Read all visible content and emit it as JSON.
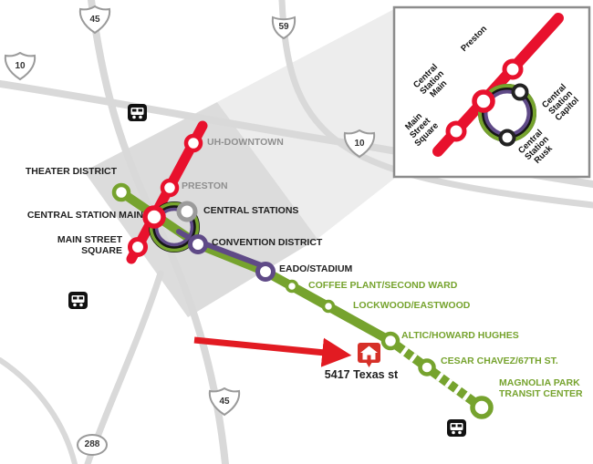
{
  "map": {
    "colors": {
      "red": "#e8112d",
      "green": "#76a32e",
      "purple": "#5f4a87",
      "gray_ring": "#9b9b9b",
      "road": "#d9d9d9",
      "downtown": "#dcdcdc",
      "wedge": "#ededed",
      "label_dark": "#1f1f1f",
      "label_gray": "#8f8f8f",
      "arrow_red": "#e21b22"
    },
    "highways": [
      {
        "number": "45"
      },
      {
        "number": "59"
      },
      {
        "number": "10"
      },
      {
        "number": "10"
      },
      {
        "number": "45"
      },
      {
        "number": "288"
      }
    ],
    "stations": [
      {
        "name": "UH-DOWNTOWN"
      },
      {
        "name": "THEATER DISTRICT"
      },
      {
        "name": "PRESTON"
      },
      {
        "name": "CENTRAL STATION MAIN"
      },
      {
        "name": "CENTRAL STATIONS"
      },
      {
        "name": "MAIN STREET SQUARE"
      },
      {
        "name": "CONVENTION DISTRICT"
      },
      {
        "name": "EADO/STADIUM"
      },
      {
        "name": "COFFEE PLANT/SECOND WARD"
      },
      {
        "name": "LOCKWOOD/EASTWOOD"
      },
      {
        "name": "ALTIC/HOWARD HUGHES"
      },
      {
        "name": "CESAR CHAVEZ/67TH ST."
      },
      {
        "name": "MAGNOLIA PARK TRANSIT CENTER"
      }
    ],
    "marker": {
      "address": "5417 Texas st",
      "icon": "house-icon"
    },
    "icons": {
      "park_and_ride": "bus-icon"
    },
    "inset": {
      "stations": [
        {
          "name": "Preston"
        },
        {
          "name": "Central Station Main"
        },
        {
          "name": "Central Station Capitol"
        },
        {
          "name": "Main Street Square"
        },
        {
          "name": "Central Station Rusk"
        }
      ]
    }
  }
}
